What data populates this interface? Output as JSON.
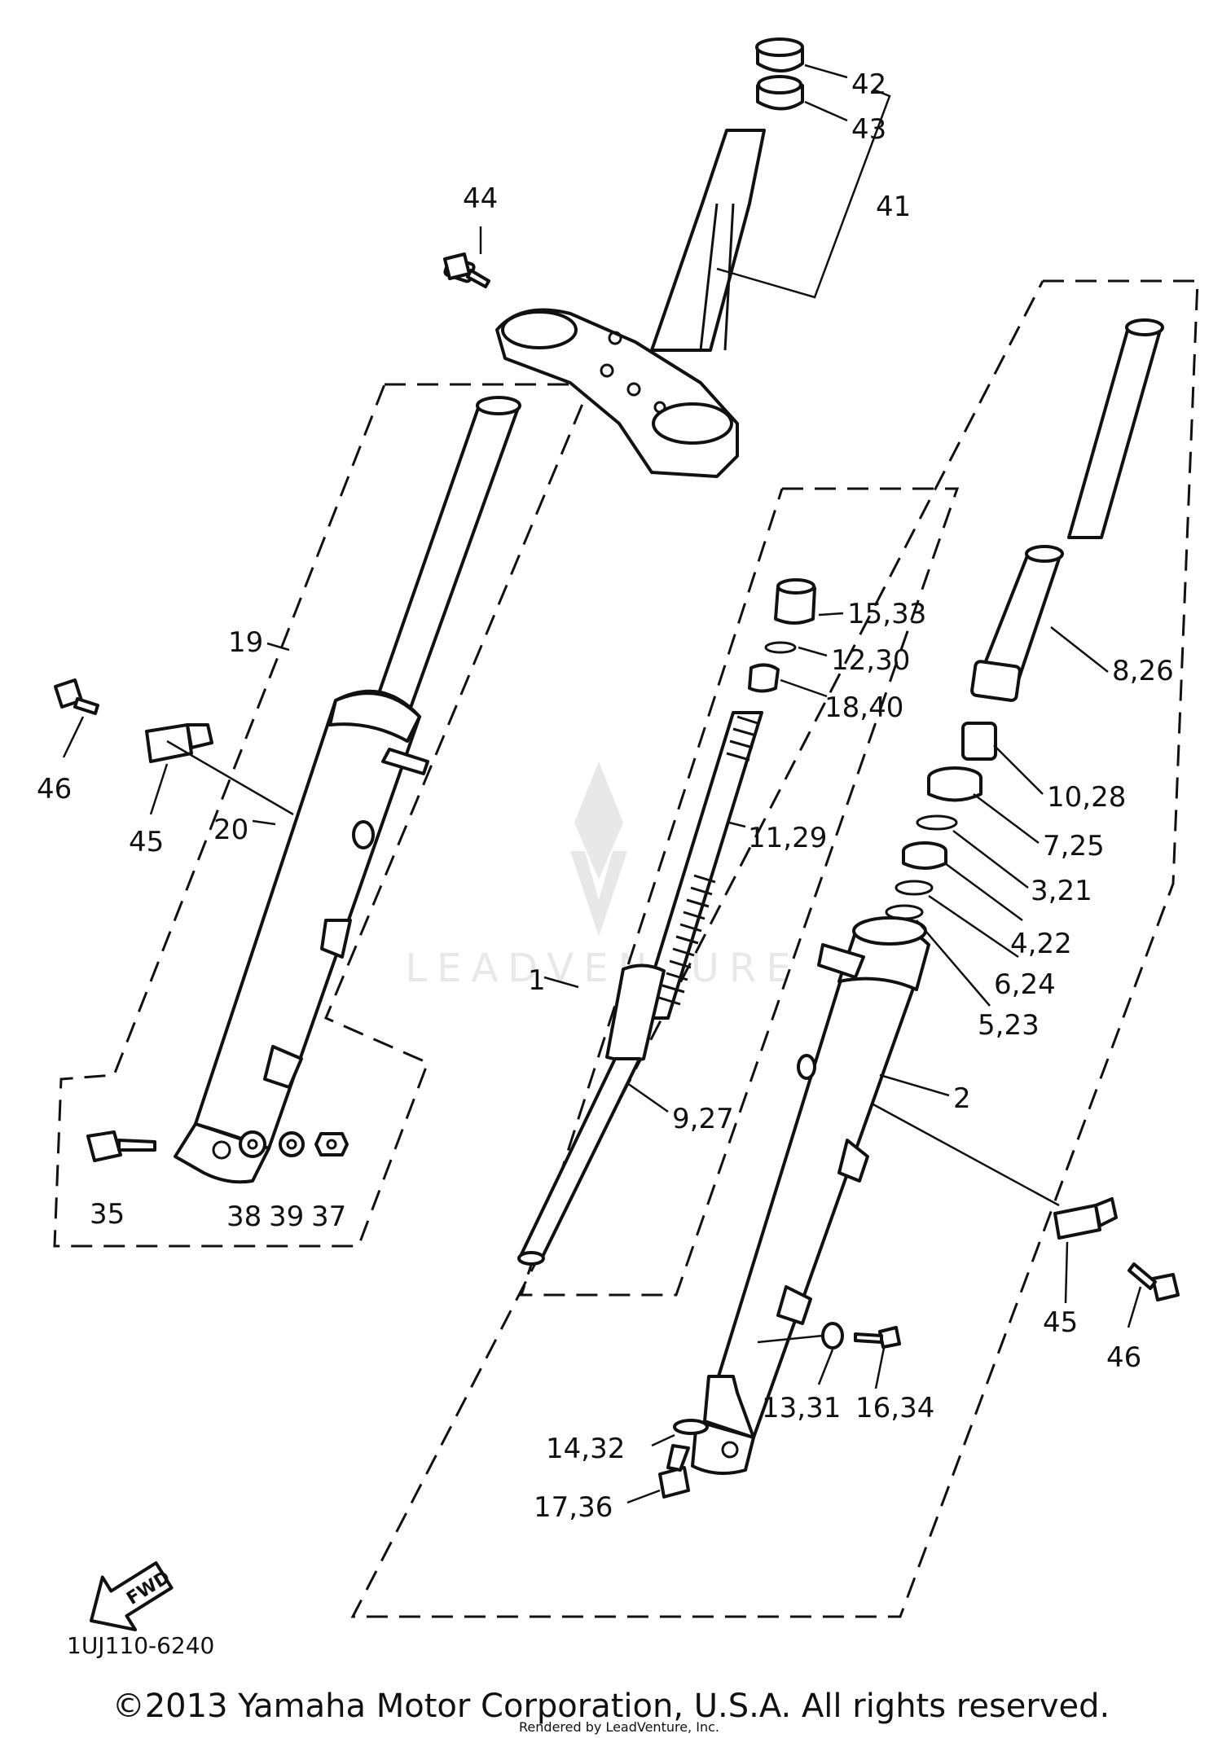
{
  "diagram": {
    "catalog_code": "1UJ110-6240",
    "copyright": "©2013 Yamaha Motor Corporation, U.S.A. All rights reserved.",
    "rendered_by": "Rendered by LeadVenture, Inc.",
    "watermark": "LEADVENTURE",
    "fwd_label": "FWD",
    "callouts": {
      "c42": "42",
      "c43": "43",
      "c41": "41",
      "c44": "44",
      "c19": "19",
      "c20": "20",
      "c45_left": "45",
      "c46_left": "46",
      "c35": "35",
      "c38": "38",
      "c39": "39",
      "c37": "37",
      "c15_33": "15,33",
      "c12_30": "12,30",
      "c18_40": "18,40",
      "c11_29": "11,29",
      "c1": "1",
      "c9_27": "9,27",
      "c8_26": "8,26",
      "c10_28": "10,28",
      "c7_25": "7,25",
      "c3_21": "3,21",
      "c4_22": "4,22",
      "c6_24": "6,24",
      "c5_23": "5,23",
      "c2": "2",
      "c45_right": "45",
      "c46_right": "46",
      "c13_31": "13,31",
      "c16_34": "16,34",
      "c14_32": "14,32",
      "c17_36": "17,36"
    }
  }
}
